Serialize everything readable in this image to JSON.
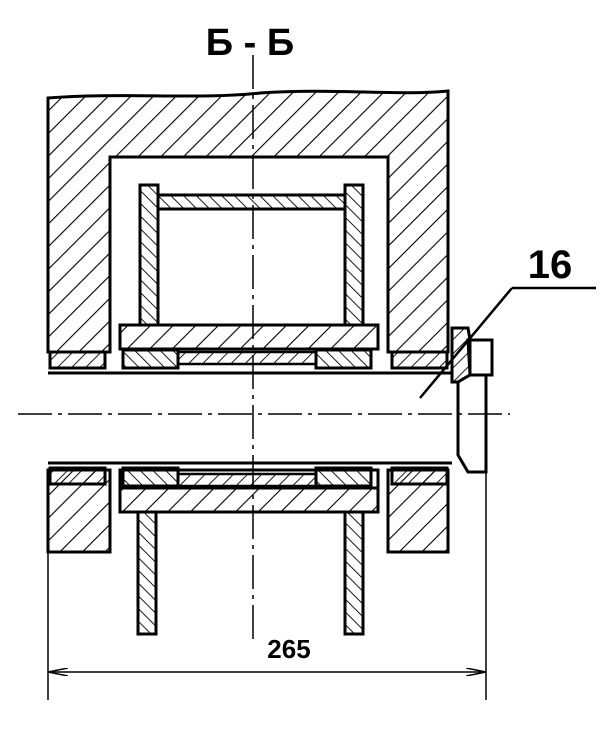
{
  "drawing": {
    "section_title": "Б - Б",
    "part_number": "16",
    "dimension_width": "265"
  }
}
